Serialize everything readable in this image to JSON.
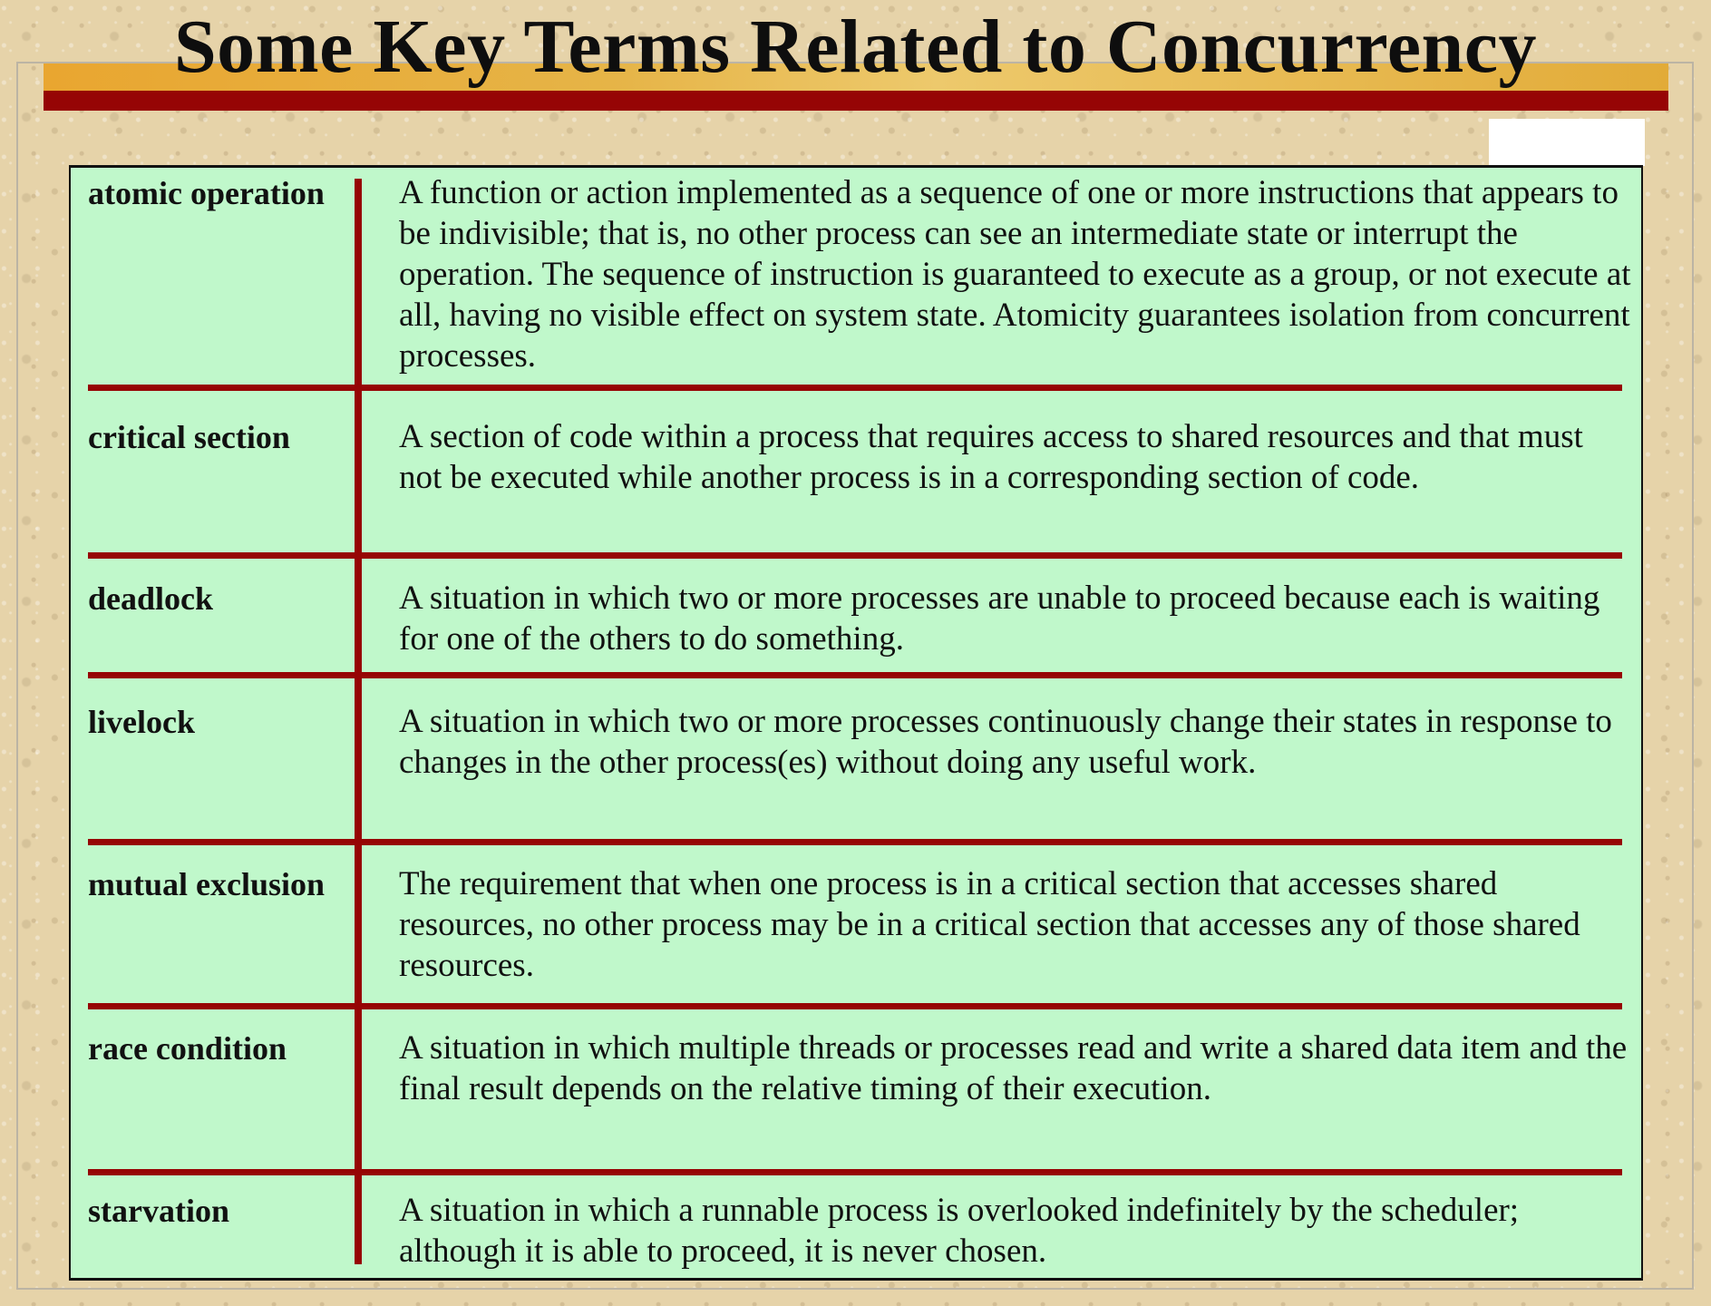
{
  "slide": {
    "title": "Some Key Terms Related to Concurrency"
  },
  "terms": [
    {
      "term": "atomic operation",
      "definition": "A function or action implemented as a sequence of one or more instructions that appears to be indivisible; that is, no other process can see an intermediate state or interrupt the operation. The sequence of instruction is guaranteed to execute as a group, or not execute at all, having no visible effect on system state. Atomicity guarantees isolation from concurrent processes."
    },
    {
      "term": "critical section",
      "definition": "A section of code within a process that requires access to shared resources and that must not be executed while another process is in a corresponding section of code."
    },
    {
      "term": "deadlock",
      "definition": "A situation in which two or more processes are unable to proceed because each is waiting for one of the others to do something."
    },
    {
      "term": "livelock",
      "definition": "A situation in which two or more processes continuously change their states in response to changes in the other process(es) without doing any useful work."
    },
    {
      "term": "mutual exclusion",
      "definition": "The requirement that when one process is in a critical section that accesses shared resources, no other process may be in a critical section that accesses any of those shared resources."
    },
    {
      "term": "race condition",
      "definition": "A situation in which multiple threads or processes read and write a shared data item and the final result depends on the relative timing of their execution."
    },
    {
      "term": "starvation",
      "definition": "A situation in which a runnable process is overlooked indefinitely by the scheduler; although it is able to proceed, it is never chosen."
    }
  ],
  "colors": {
    "rule": "#960505",
    "table_background": "#c0f8cb",
    "band": "#e6b447"
  }
}
